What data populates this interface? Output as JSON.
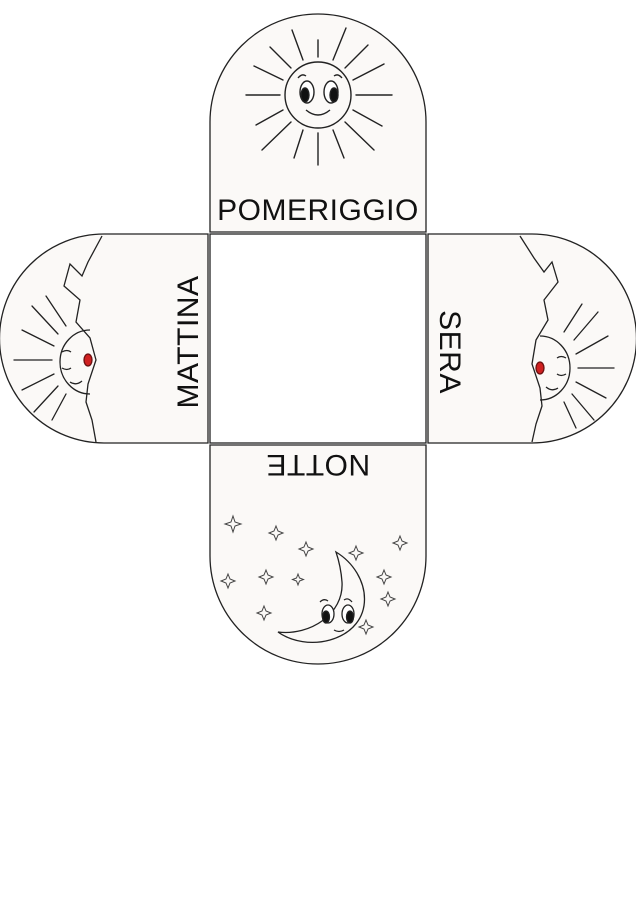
{
  "panels": {
    "top": {
      "label": "POMERIGGIO",
      "illustration": "smiling-sun-icon"
    },
    "left": {
      "label": "MATTINA",
      "illustration": "rising-sun-behind-mountain-icon"
    },
    "right": {
      "label": "SERA",
      "illustration": "setting-sun-behind-mountain-icon"
    },
    "bottom": {
      "label": "NOTTE",
      "illustration": "crescent-moon-with-stars-icon"
    }
  },
  "colors": {
    "outline": "#222222",
    "panel_fill": "#fbf9f7",
    "cheek": "#d02020"
  }
}
